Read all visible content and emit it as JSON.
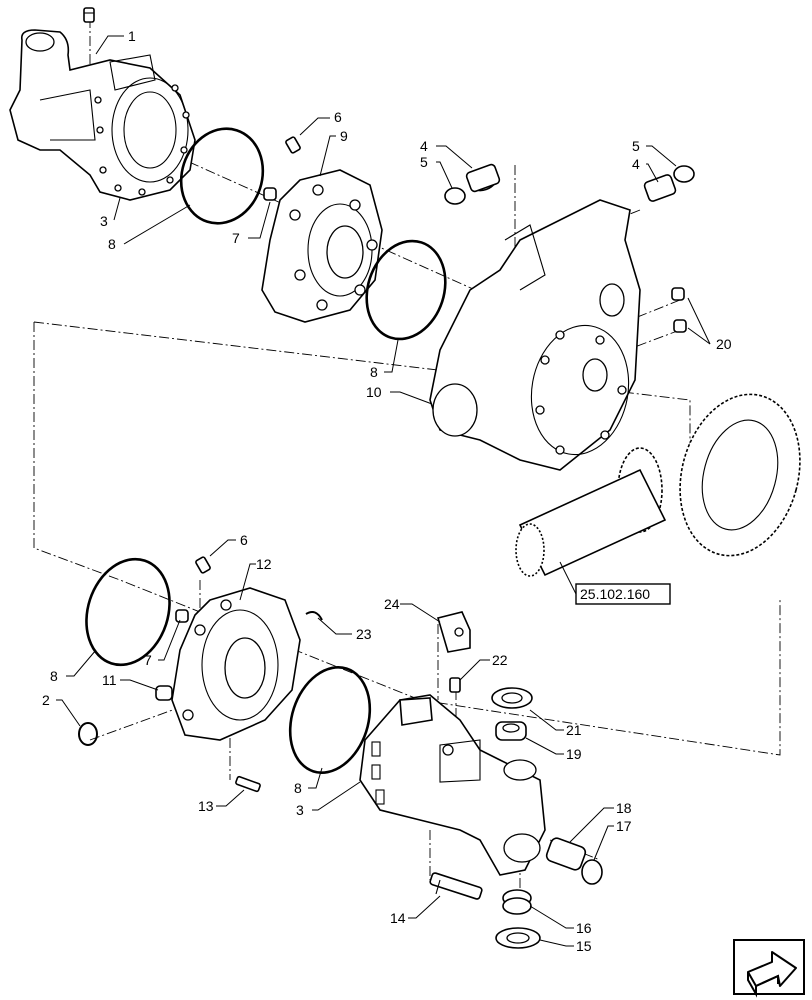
{
  "callouts": [
    {
      "id": "c1",
      "text": "1"
    },
    {
      "id": "c3a",
      "text": "3"
    },
    {
      "id": "c8a",
      "text": "8"
    },
    {
      "id": "c6a",
      "text": "6"
    },
    {
      "id": "c9",
      "text": "9"
    },
    {
      "id": "c7a",
      "text": "7"
    },
    {
      "id": "c4a",
      "text": "4"
    },
    {
      "id": "c5a",
      "text": "5"
    },
    {
      "id": "c5b",
      "text": "5"
    },
    {
      "id": "c4b",
      "text": "4"
    },
    {
      "id": "c8b",
      "text": "8"
    },
    {
      "id": "c10",
      "text": "10"
    },
    {
      "id": "c20",
      "text": "20"
    },
    {
      "id": "c6b",
      "text": "6"
    },
    {
      "id": "c12",
      "text": "12"
    },
    {
      "id": "c23",
      "text": "23"
    },
    {
      "id": "c24",
      "text": "24"
    },
    {
      "id": "c8c",
      "text": "8"
    },
    {
      "id": "c7b",
      "text": "7"
    },
    {
      "id": "c11",
      "text": "11"
    },
    {
      "id": "c2",
      "text": "2"
    },
    {
      "id": "c22",
      "text": "22"
    },
    {
      "id": "c21",
      "text": "21"
    },
    {
      "id": "c19",
      "text": "19"
    },
    {
      "id": "c8d",
      "text": "8"
    },
    {
      "id": "c3b",
      "text": "3"
    },
    {
      "id": "c13",
      "text": "13"
    },
    {
      "id": "c18",
      "text": "18"
    },
    {
      "id": "c17",
      "text": "17"
    },
    {
      "id": "c14",
      "text": "14"
    },
    {
      "id": "c16",
      "text": "16"
    },
    {
      "id": "c15",
      "text": "15"
    }
  ],
  "reference": {
    "text": "25.102.160"
  },
  "nav": {
    "icon": "next-page-arrow-icon"
  }
}
